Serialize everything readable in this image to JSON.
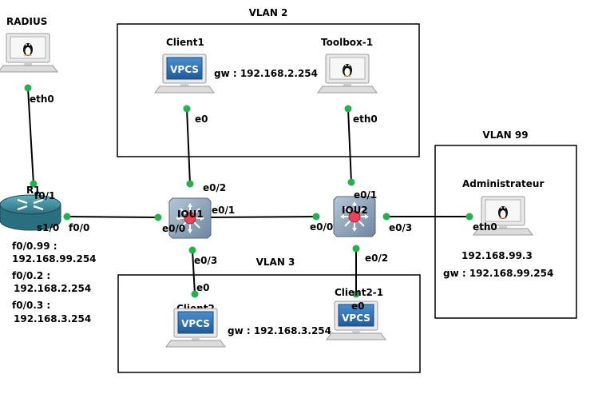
{
  "colors": {
    "link": "#000000",
    "port_dot": "#22b14c",
    "router_body": "#3a8a9a",
    "switch_body": "#8fa3b8",
    "switch_center": "#e8455a",
    "screen_bg": "#2f6fb0",
    "vpcs_text": "#ffffff",
    "box_border": "#000000"
  },
  "vlans": {
    "vlan2": "VLAN 2",
    "vlan3": "VLAN 3",
    "vlan99": "VLAN 99"
  },
  "nodes": {
    "radius": {
      "name": "RADIUS",
      "icon": "linux-pc-icon",
      "port": "eth0"
    },
    "client1": {
      "name": "Client1",
      "icon": "vpcs-pc-icon",
      "badge": "VPCS",
      "port": "e0",
      "gw": "gw : 192.168.2.254"
    },
    "toolbox": {
      "name": "Toolbox-1",
      "icon": "linux-pc-icon",
      "port": "eth0"
    },
    "admin": {
      "name": "Administrateur",
      "icon": "linux-pc-icon",
      "port": "eth0",
      "ip": "192.168.99.3",
      "gw": "gw : 192.168.99.254"
    },
    "client2": {
      "name": "Client2",
      "icon": "vpcs-pc-icon",
      "badge": "VPCS",
      "port": "e0",
      "gw": "gw : 192.168.3.254"
    },
    "client2_1": {
      "name": "Client2-1",
      "icon": "vpcs-pc-icon",
      "badge": "VPCS",
      "port": "e0"
    },
    "r1": {
      "name": "R1",
      "icon": "router-icon",
      "ports": {
        "f01": "f0/1",
        "s10": "s1/0",
        "f00": "f0/0"
      },
      "subifs": [
        {
          "name": "f0/0.99 :",
          "ip": "192.168.99.254"
        },
        {
          "name": "f0/0.2 :",
          "ip": "192.168.2.254"
        },
        {
          "name": "f0/0.3 :",
          "ip": "192.168.3.254"
        }
      ]
    },
    "iou1": {
      "name": "IOU1",
      "icon": "switch-icon",
      "ports": {
        "e00": "e0/0",
        "e01": "e0/1",
        "e02": "e0/2",
        "e03": "e0/3"
      }
    },
    "iou2": {
      "name": "IOU2",
      "icon": "switch-icon",
      "ports": {
        "e00": "e0/0",
        "e01": "e0/1",
        "e02": "e0/2",
        "e03": "e0/3"
      }
    }
  }
}
